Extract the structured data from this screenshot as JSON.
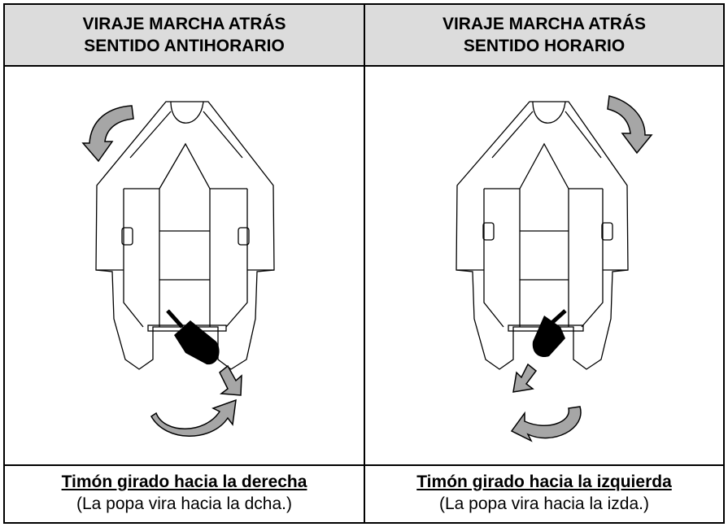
{
  "columns": [
    {
      "header_line1": "VIRAJE MARCHA ATRÁS",
      "header_line2": "SENTIDO ANTIHORARIO",
      "caption_main": "Timón girado hacia la derecha",
      "caption_sub": "(La popa vira hacia la dcha.)",
      "rotation_icon": "counterclockwise-arrow-icon",
      "stern_icon": "stern-right-arrow-icon"
    },
    {
      "header_line1": "VIRAJE MARCHA ATRÁS",
      "header_line2": "SENTIDO HORARIO",
      "caption_main": "Timón girado hacia la izquierda",
      "caption_sub": "(La popa vira hacia la izda.)",
      "rotation_icon": "clockwise-arrow-icon",
      "stern_icon": "stern-left-arrow-icon"
    }
  ],
  "colors": {
    "header_bg": "#dcdcdc",
    "arrow_fill": "#a6a6a6",
    "motor": "#000000",
    "line": "#000000"
  }
}
